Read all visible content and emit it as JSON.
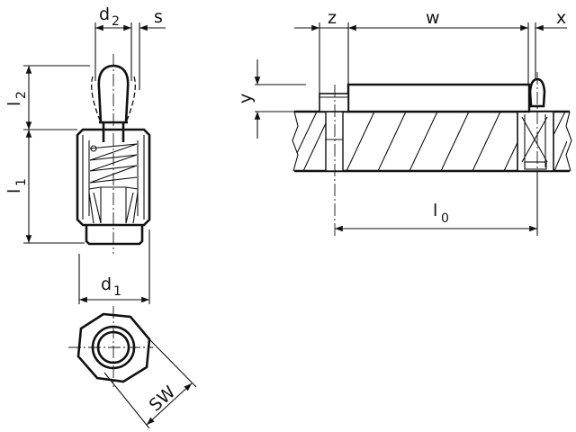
{
  "drawing": {
    "side_view_labels": {
      "d2": {
        "main": "d",
        "sub": "2"
      },
      "s": "s",
      "l2": {
        "main": "l",
        "sub": "2"
      },
      "l1": {
        "main": "l",
        "sub": "1"
      },
      "d1": {
        "main": "d",
        "sub": "1"
      }
    },
    "top_view_labels": {
      "SW": "SW"
    },
    "installation_view_labels": {
      "z": "z",
      "w": "w",
      "x": "x",
      "y": "y",
      "l0": {
        "main": "l",
        "sub": "0"
      }
    },
    "line_color": "#111111",
    "background": "#ffffff"
  }
}
